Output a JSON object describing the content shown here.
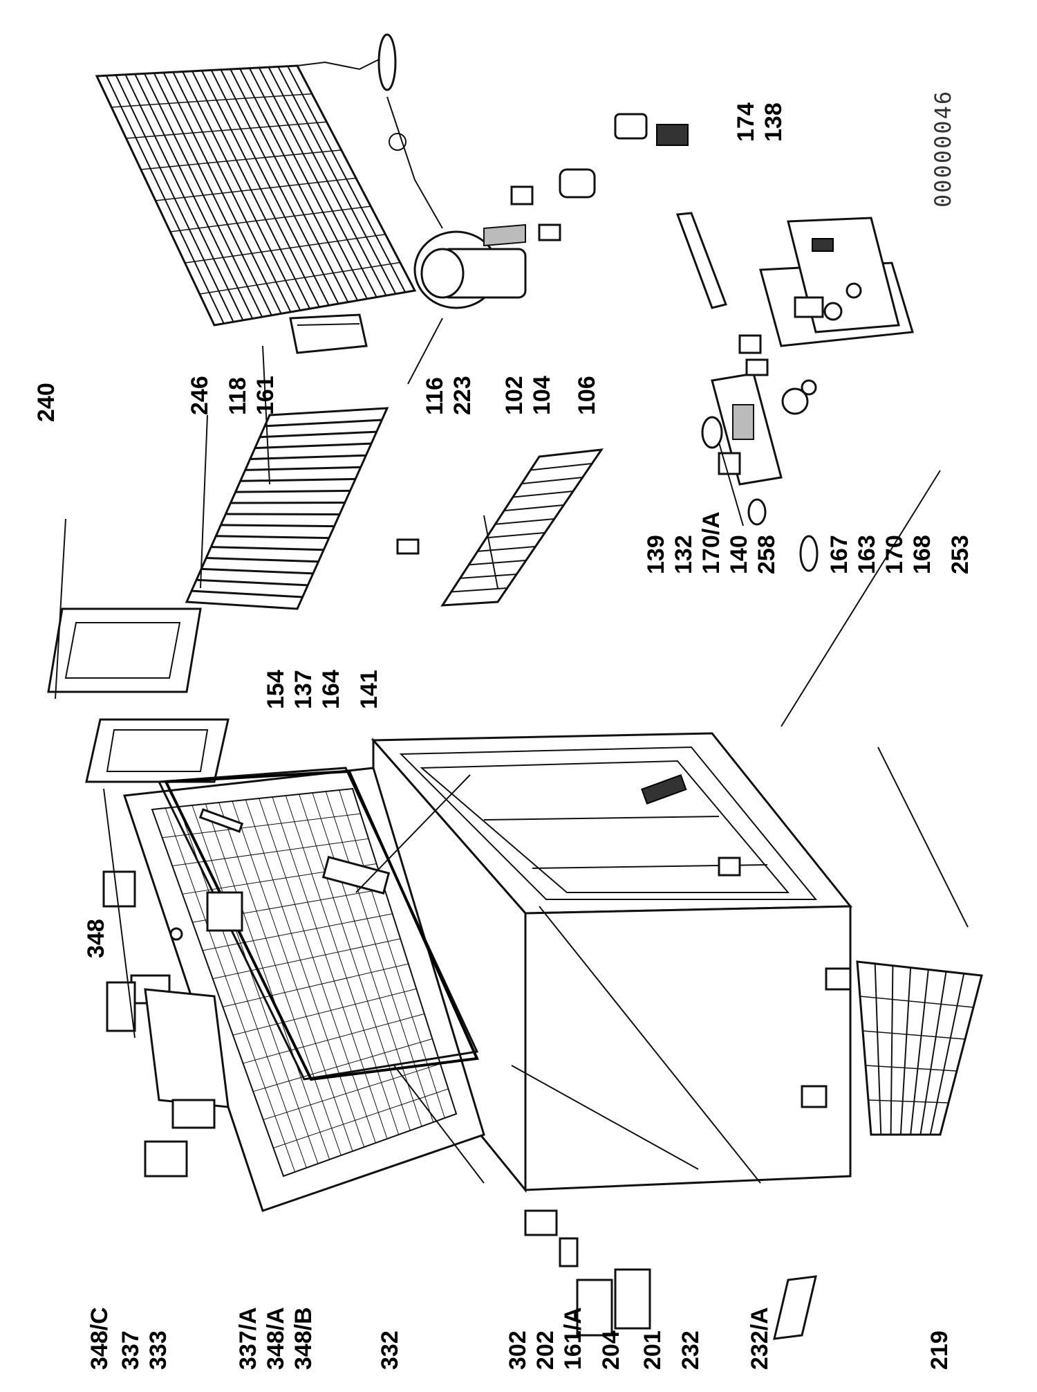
{
  "document_number": "00000046",
  "labels": {
    "l240": "240",
    "l246": "246",
    "l118": "118",
    "l161": "161",
    "l116": "116",
    "l223": "223",
    "l102": "102",
    "l104": "104",
    "l106": "106",
    "l174": "174",
    "l138": "138",
    "l139": "139",
    "l132": "132",
    "l170A": "170/A",
    "l140": "140",
    "l258": "258",
    "l167": "167",
    "l163": "163",
    "l170": "170",
    "l168": "168",
    "l253": "253",
    "l154": "154",
    "l137": "137",
    "l164": "164",
    "l141": "141",
    "l348": "348",
    "l348C": "348/C",
    "l337": "337",
    "l333": "333",
    "l337A": "337/A",
    "l348A": "348/A",
    "l348B": "348/B",
    "l332": "332",
    "l302": "302",
    "l202": "202",
    "l161A": "161/A",
    "l204": "204",
    "l201": "201",
    "l232": "232",
    "l232A": "232/A",
    "l219": "219"
  }
}
